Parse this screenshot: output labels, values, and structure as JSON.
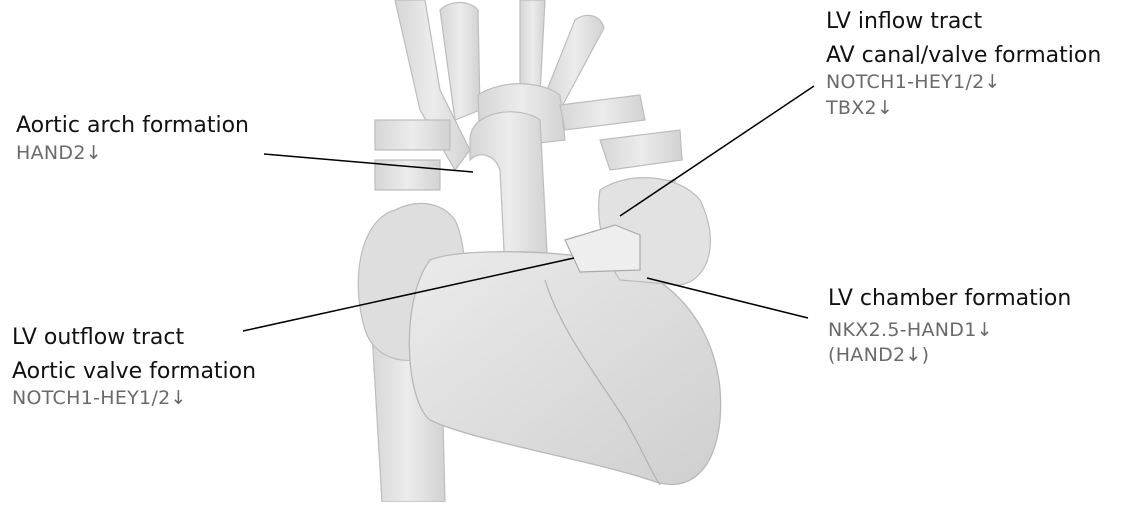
{
  "labels": {
    "aortic_arch": {
      "title": "Aortic arch formation",
      "genes": "HAND2↓"
    },
    "lv_inflow": {
      "title1": "LV inflow tract",
      "title2": "AV canal/valve formation",
      "genes1": "NOTCH1-HEY1/2↓",
      "genes2": "TBX2↓"
    },
    "lv_outflow": {
      "title1": "LV outflow tract",
      "title2": "Aortic valve formation",
      "genes": "NOTCH1-HEY1/2↓"
    },
    "lv_chamber": {
      "title": "LV chamber formation",
      "genes1": "NKX2.5-HAND1↓",
      "genes2": "(HAND2↓)"
    }
  },
  "colors": {
    "heart_fill": "#dcdcdc",
    "heart_light": "#e9e9e9",
    "heart_dark": "#c4c4c4",
    "outline": "#b5b5b5",
    "leader": "#000000",
    "label_text": "#111111",
    "gene_text": "#6a6a6a"
  }
}
